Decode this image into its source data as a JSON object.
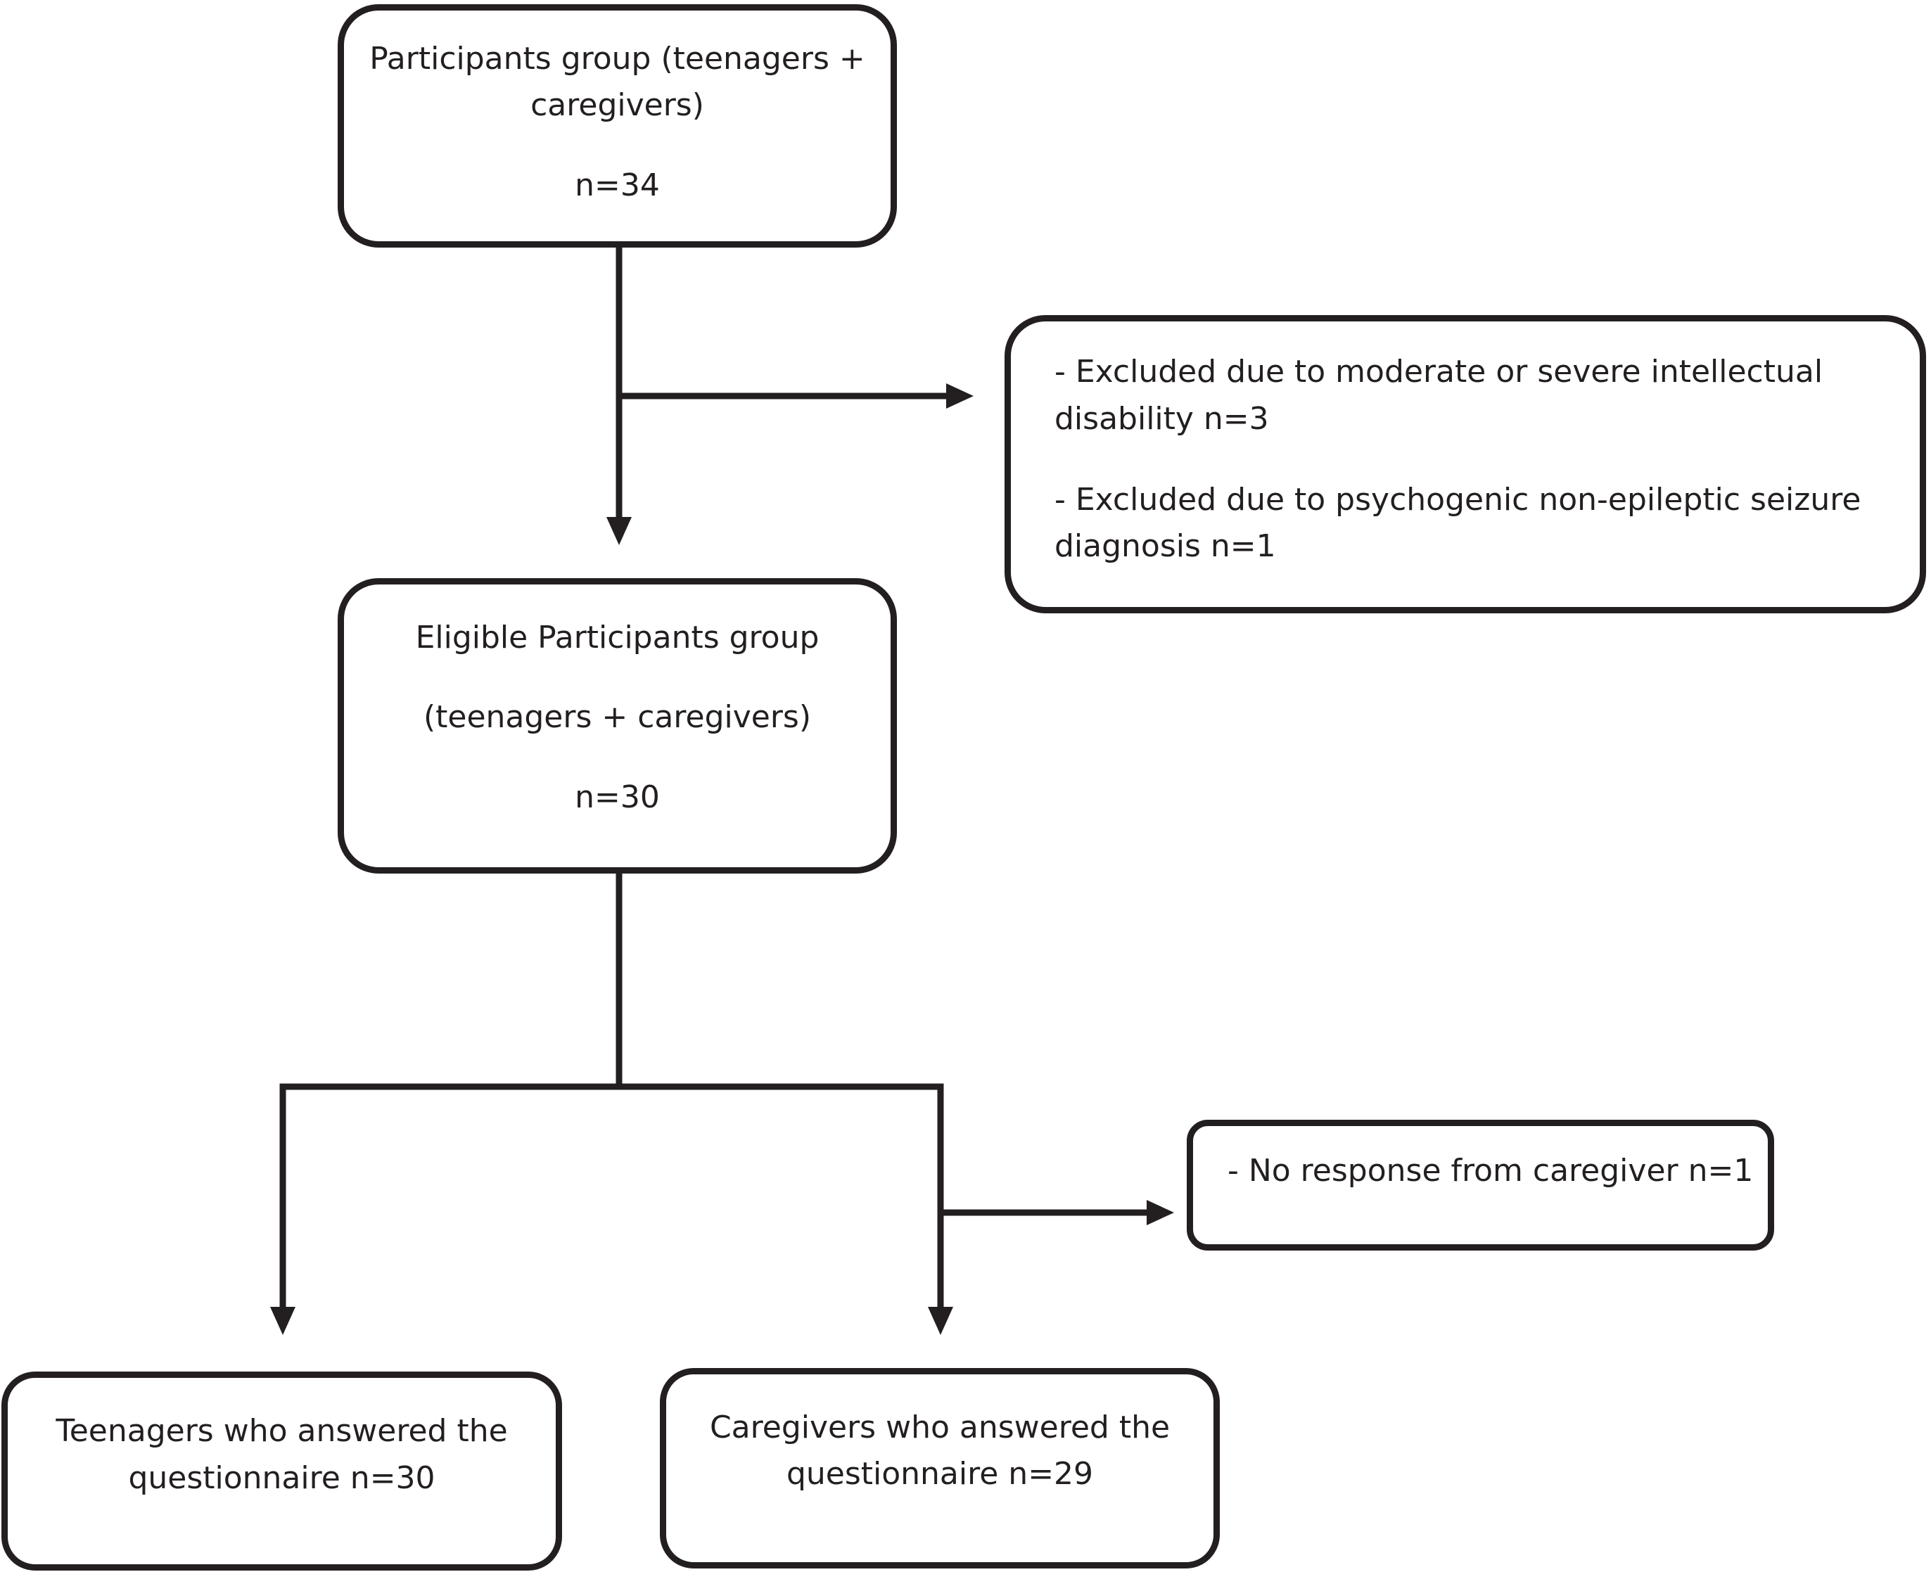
{
  "nodes": {
    "participants": {
      "line1": "Participants group (teenagers +",
      "line2": "caregivers)",
      "count": "n=34"
    },
    "excluded": {
      "item1_line1": "- Excluded due to moderate or severe intellectual",
      "item1_line2": "disability n=3",
      "item2_line1": "- Excluded due to psychogenic non-epileptic seizure",
      "item2_line2": "diagnosis n=1"
    },
    "eligible": {
      "line1": "Eligible Participants group",
      "line2": "(teenagers + caregivers)",
      "count": "n=30"
    },
    "no_response": {
      "line1": "- No response from caregiver n=1"
    },
    "teenagers": {
      "line1": "Teenagers who answered the",
      "line2": "questionnaire n=30"
    },
    "caregivers": {
      "line1": "Caregivers who answered the",
      "line2": "questionnaire n=29"
    }
  },
  "colors": {
    "stroke": "#231f20",
    "background": "#ffffff"
  }
}
